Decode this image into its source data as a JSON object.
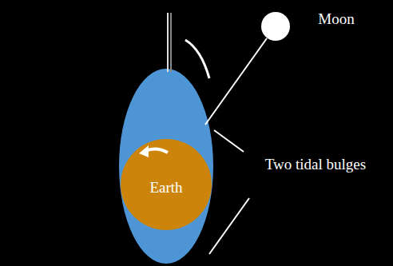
{
  "diagram": {
    "nodes": [
      {
        "text": [
          "Earth"
        ]
      }
    ],
    "labels": [
      "Moon",
      "Two tidal bulges"
    ]
  }
}
